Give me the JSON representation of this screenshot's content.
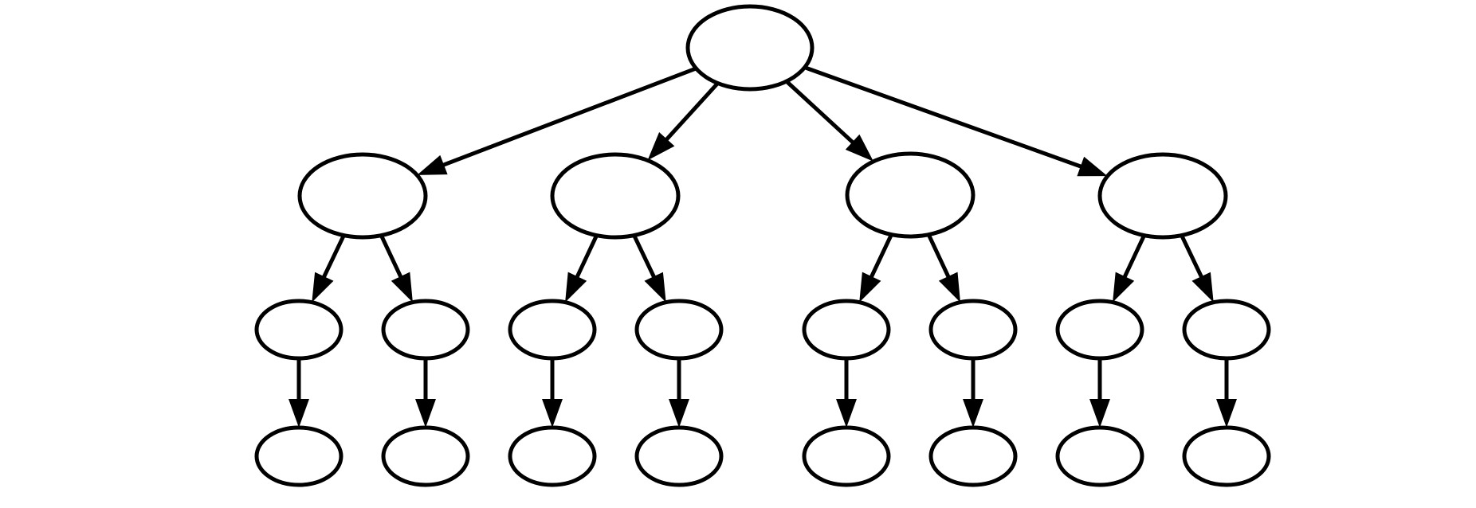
{
  "diagram": {
    "type": "tree",
    "stroke_color": "#000000",
    "node_fill": "#ffffff",
    "nodes": [
      {
        "id": "root",
        "level": 0
      },
      {
        "id": "a",
        "level": 1
      },
      {
        "id": "b",
        "level": 1
      },
      {
        "id": "c",
        "level": 1
      },
      {
        "id": "d",
        "level": 1
      },
      {
        "id": "a1",
        "level": 2
      },
      {
        "id": "a2",
        "level": 2
      },
      {
        "id": "b1",
        "level": 2
      },
      {
        "id": "b2",
        "level": 2
      },
      {
        "id": "c1",
        "level": 2
      },
      {
        "id": "c2",
        "level": 2
      },
      {
        "id": "d1",
        "level": 2
      },
      {
        "id": "d2",
        "level": 2
      },
      {
        "id": "a1x",
        "level": 3
      },
      {
        "id": "a2x",
        "level": 3
      },
      {
        "id": "b1x",
        "level": 3
      },
      {
        "id": "b2x",
        "level": 3
      },
      {
        "id": "c1x",
        "level": 3
      },
      {
        "id": "c2x",
        "level": 3
      },
      {
        "id": "d1x",
        "level": 3
      },
      {
        "id": "d2x",
        "level": 3
      }
    ],
    "edges": [
      {
        "from": "root",
        "to": "a"
      },
      {
        "from": "root",
        "to": "b"
      },
      {
        "from": "root",
        "to": "c"
      },
      {
        "from": "root",
        "to": "d"
      },
      {
        "from": "a",
        "to": "a1"
      },
      {
        "from": "a",
        "to": "a2"
      },
      {
        "from": "b",
        "to": "b1"
      },
      {
        "from": "b",
        "to": "b2"
      },
      {
        "from": "c",
        "to": "c1"
      },
      {
        "from": "c",
        "to": "c2"
      },
      {
        "from": "d",
        "to": "d1"
      },
      {
        "from": "d",
        "to": "d2"
      },
      {
        "from": "a1",
        "to": "a1x"
      },
      {
        "from": "a2",
        "to": "a2x"
      },
      {
        "from": "b1",
        "to": "b1x"
      },
      {
        "from": "b2",
        "to": "b2x"
      },
      {
        "from": "c1",
        "to": "c1x"
      },
      {
        "from": "c2",
        "to": "c2x"
      },
      {
        "from": "d1",
        "to": "d1x"
      },
      {
        "from": "d2",
        "to": "d2x"
      }
    ]
  }
}
